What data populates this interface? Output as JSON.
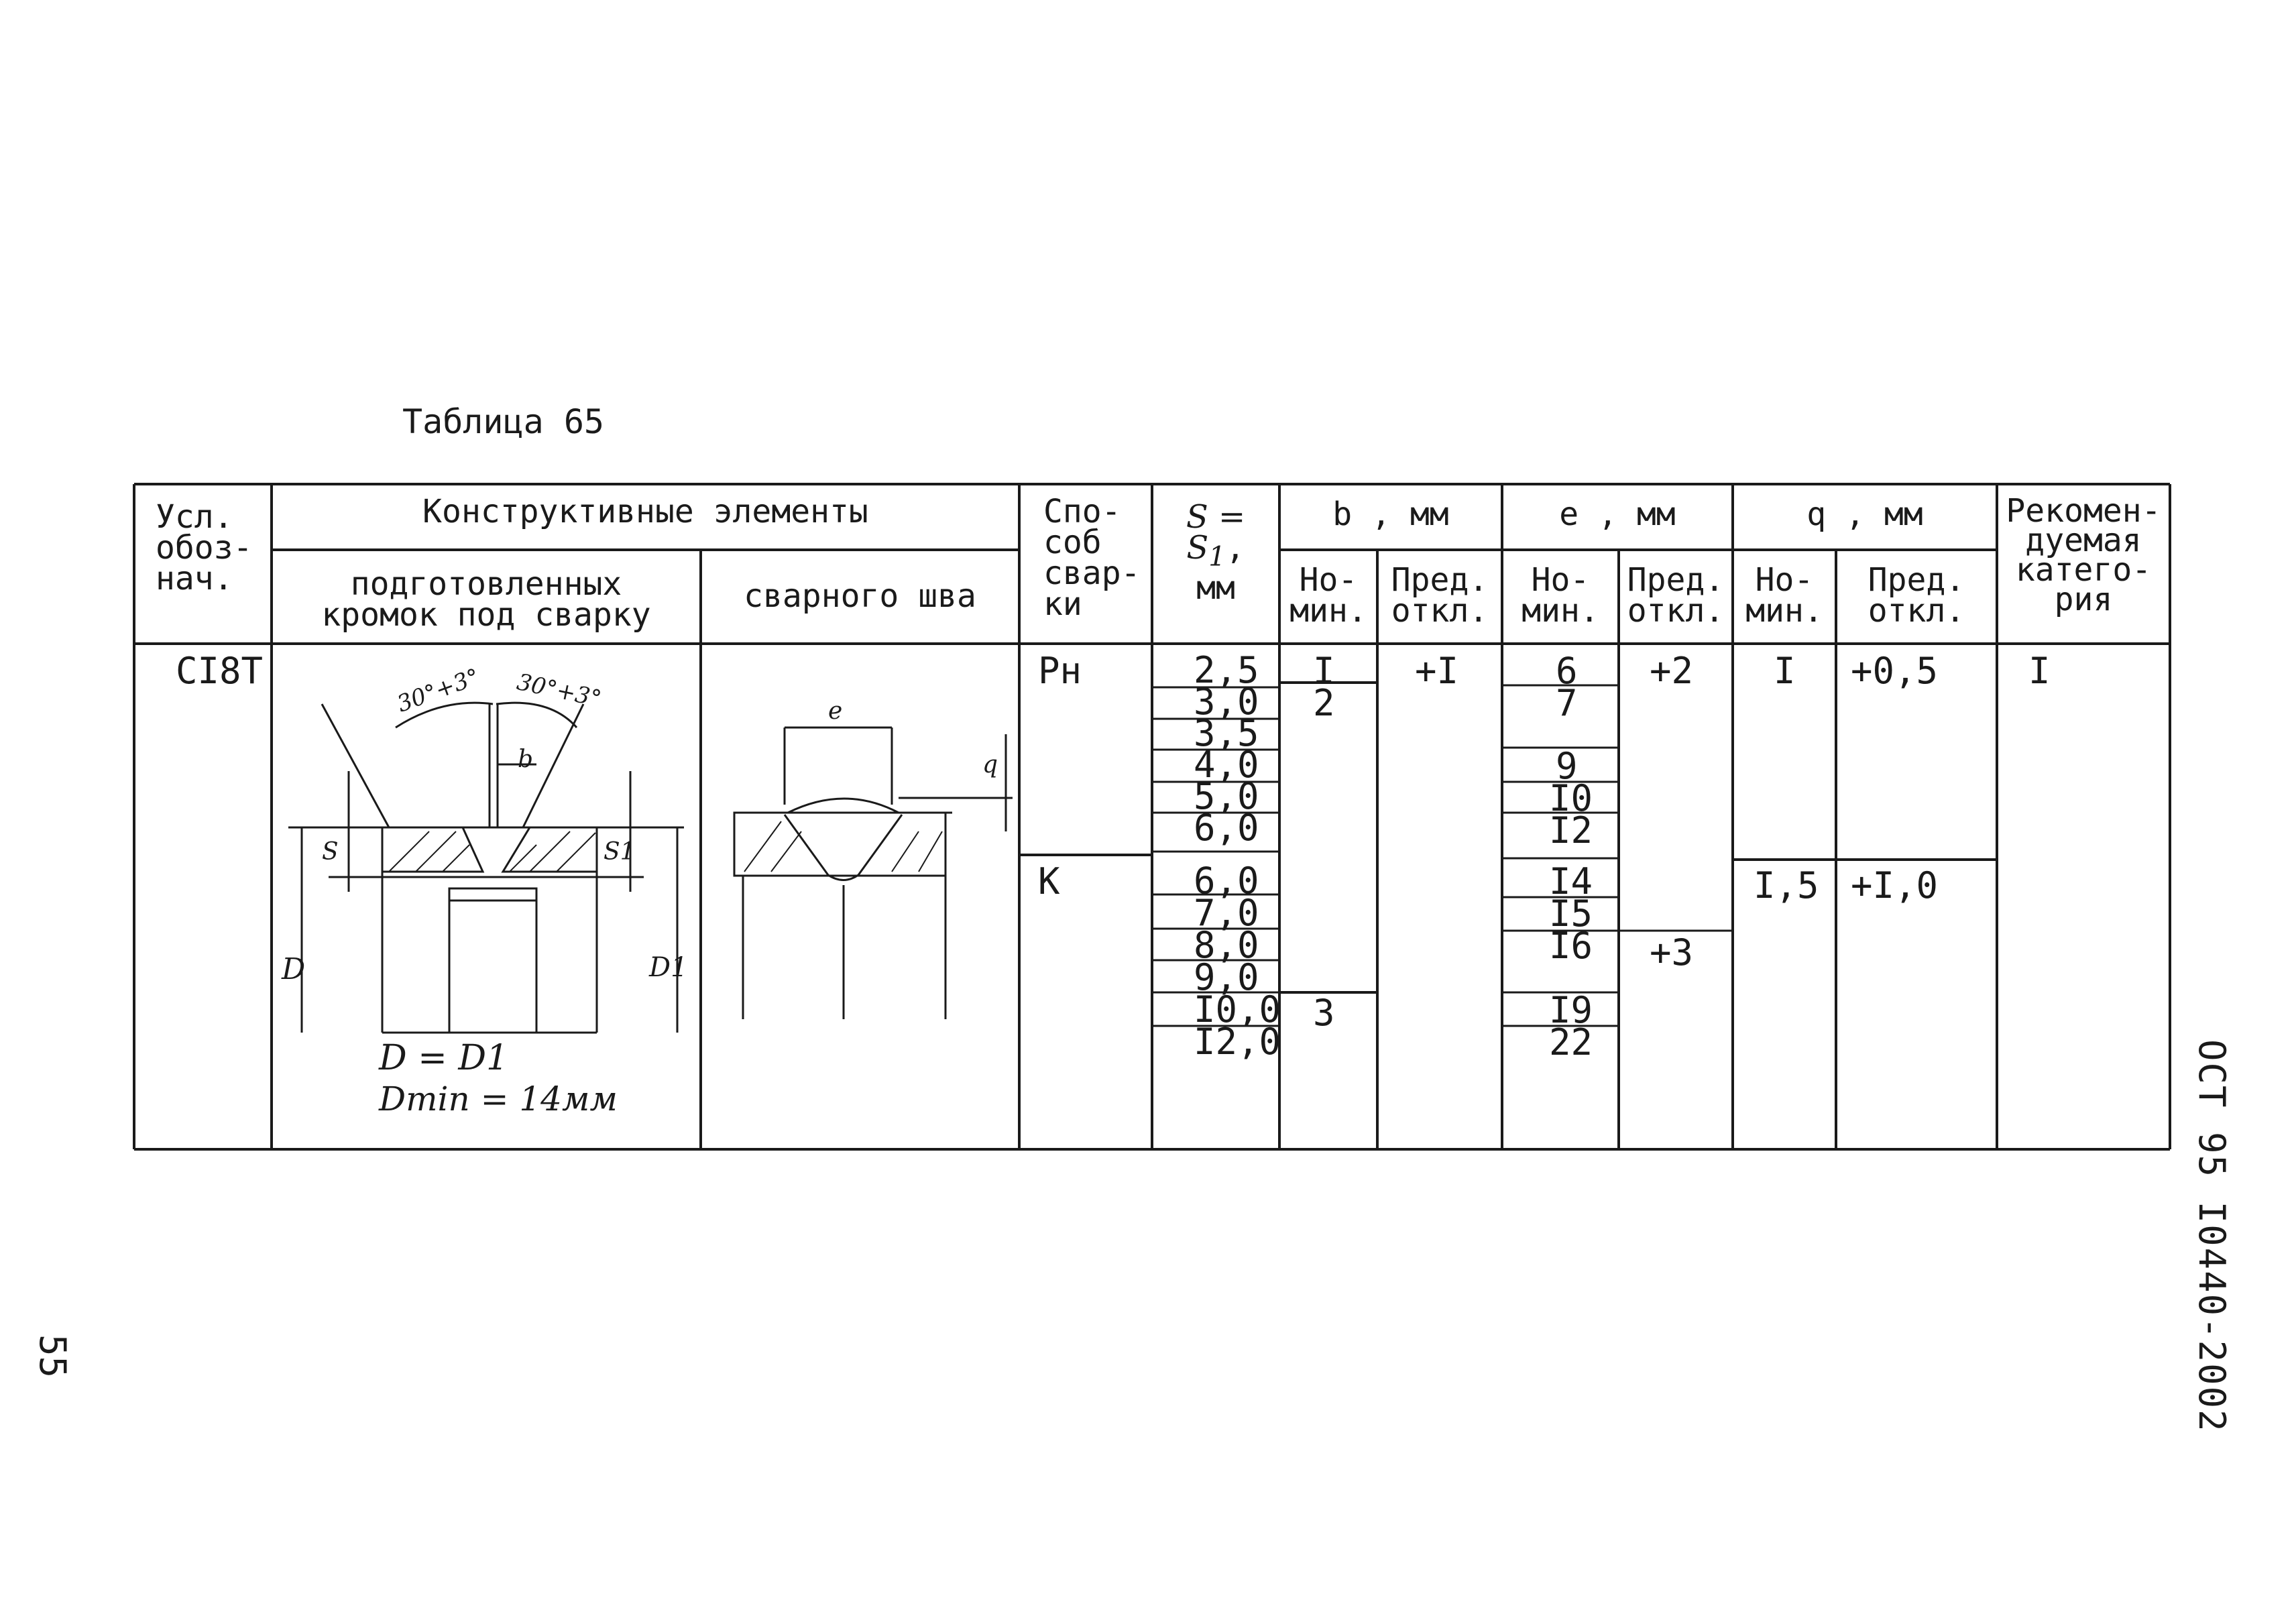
{
  "table_title": "Таблица 65",
  "headers": {
    "designation": [
      "Усл.",
      "обоз-",
      "нач."
    ],
    "structural_elements": "Конструктивные элементы",
    "prepared_edges": [
      "подготовленных",
      "кромок под сварку"
    ],
    "weld": "сварного шва",
    "method": [
      "Спо-",
      "соб",
      "свар-",
      "ки"
    ],
    "thickness": "S = S",
    "thickness_sub": "1",
    "thickness_unit": "мм",
    "gap_b": "b ,  мм",
    "width_e": "e ,    мм",
    "height_q": "q ,   мм",
    "nominal": [
      "Но-",
      "мин."
    ],
    "tolerance": [
      "Пред.",
      "откл."
    ],
    "category": [
      "Рекомен-",
      "дуемая",
      "катего-",
      "рия"
    ]
  },
  "row": {
    "designation": "CI8T",
    "drawing_labels": {
      "angle_left": "30°+3°",
      "angle_right": "30°+3°",
      "b": "b",
      "s": "S",
      "s1": "S1",
      "d": "D",
      "d1": "D1",
      "e": "e",
      "q": "q",
      "eq": "D = D1",
      "dmin": "Dmin = 14мм"
    },
    "method_rn": "Рн",
    "method_k": "К",
    "thickness_values": [
      "2,5",
      "3,0",
      "3,5",
      "4,0",
      "5,0",
      "6,0",
      "6,0",
      "7,0",
      "8,0",
      "9,0",
      "I0,0",
      "I2,0"
    ],
    "b_nominal": [
      "I",
      "2",
      "3"
    ],
    "b_tolerance": "+I",
    "e_nominal": [
      "6",
      "7",
      "9",
      "I0",
      "I2",
      "I4",
      "I5",
      "I6",
      "I9",
      "22"
    ],
    "e_tolerance": [
      "+2",
      "+3"
    ],
    "q_nominal": [
      "I",
      "I,5"
    ],
    "q_tolerance": [
      "+0,5",
      "+I,0"
    ],
    "category": "I"
  },
  "side": {
    "page_number": "55",
    "doc_code": "ОСТ 95 I0440-2002"
  }
}
